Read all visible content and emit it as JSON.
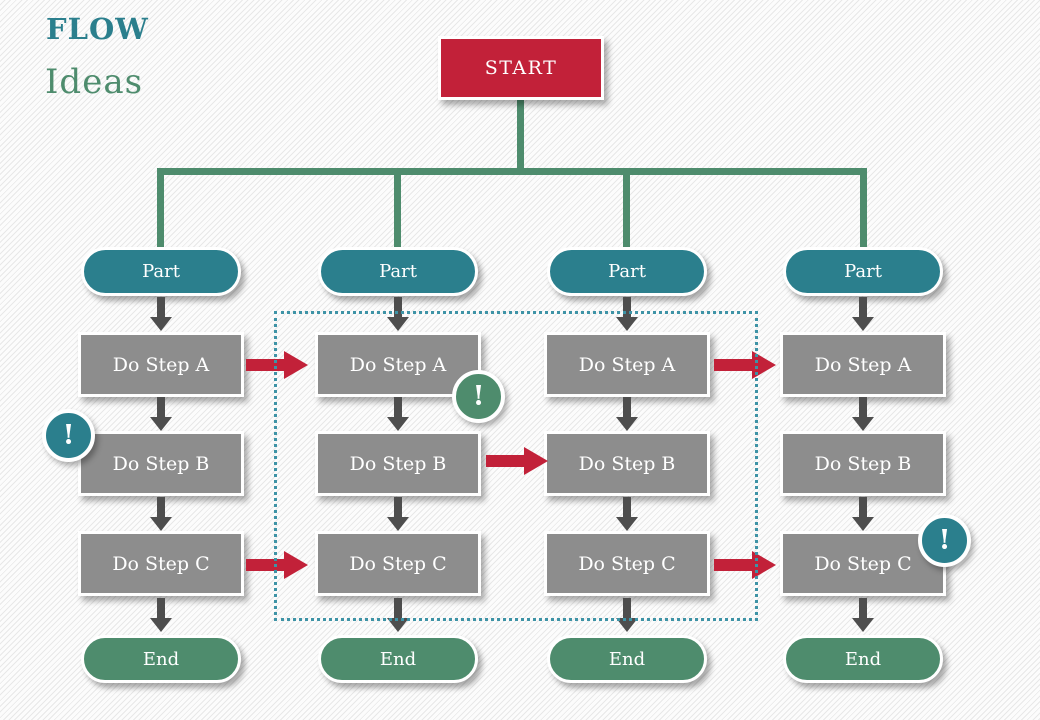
{
  "header": {
    "title": "FLOW",
    "subtitle": "Ideas"
  },
  "flowchart": {
    "start": {
      "label": "START"
    },
    "columns": [
      {
        "part": "Part",
        "steps": [
          "Do Step A",
          "Do Step B",
          "Do Step C"
        ],
        "end": "End"
      },
      {
        "part": "Part",
        "steps": [
          "Do Step A",
          "Do Step B",
          "Do Step C"
        ],
        "end": "End"
      },
      {
        "part": "Part",
        "steps": [
          "Do Step A",
          "Do Step B",
          "Do Step C"
        ],
        "end": "End"
      },
      {
        "part": "Part",
        "steps": [
          "Do Step A",
          "Do Step B",
          "Do Step C"
        ],
        "end": "End"
      }
    ],
    "alerts": [
      {
        "symbol": "!",
        "color": "#2b7f8d",
        "position": "left-of-column-1-step-b"
      },
      {
        "symbol": "!",
        "color": "#4e8c6d",
        "position": "right-of-column-2-step-a"
      },
      {
        "symbol": "!",
        "color": "#2b7f8d",
        "position": "top-right-of-column-4-step-c"
      }
    ]
  },
  "colors": {
    "teal": "#2b7f8d",
    "green": "#4e8c6d",
    "crimson": "#c22139",
    "step_gray": "#8d8d8d",
    "flow_arrow_gray": "#4e4e4e",
    "dotted_border": "#3e93a6",
    "background_stripe": "#e8e8e8"
  }
}
